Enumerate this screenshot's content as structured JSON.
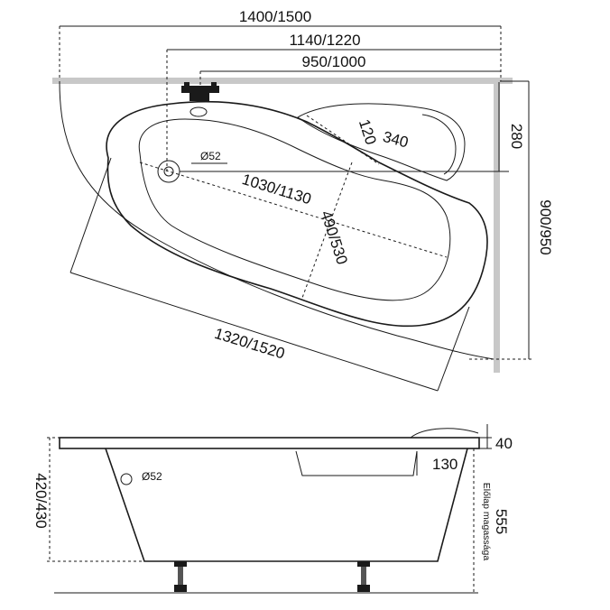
{
  "top_view": {
    "overall_width": "1400/1500",
    "mid_width": "1140/1220",
    "inner_width": "950/1000",
    "depth": "900/950",
    "headrest_depth": "280",
    "headrest_len": "340",
    "headrest_small": "120",
    "drain": "Ø52",
    "inner_length": "1030/1130",
    "inner_width_diag": "490/530",
    "front_length": "1320/1520"
  },
  "side_view": {
    "total_height": "420/430",
    "rim_height": "40",
    "step_height": "130",
    "drain": "Ø52",
    "front_panel_height": "555",
    "front_panel_label": "Előlap magassága"
  }
}
